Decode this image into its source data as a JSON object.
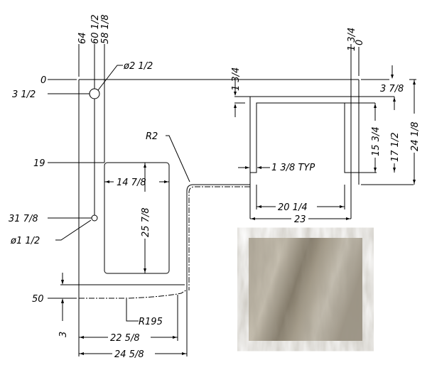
{
  "top_labels": {
    "x64": "64",
    "x60": "60 1/2",
    "x58": "58 1/8",
    "x134": "1 3/4",
    "x0": "0"
  },
  "left_labels": {
    "y0": "0",
    "y3": "3 1/2",
    "y19": "19",
    "y31": "31 7/8",
    "hole_small": "ø1 1/2",
    "y50": "50",
    "dim3": "3"
  },
  "callouts": {
    "hole_large": "ø2 1/2",
    "r2": "R2",
    "r195": "R195"
  },
  "cutout": {
    "width": "14 7/8",
    "height": "25 7/8"
  },
  "sink": {
    "top_offset": "1 3/4",
    "back": "3 7/8",
    "inner_depth": "15 3/4",
    "outer_depth": "17 1/2",
    "total": "24 1/8",
    "wall": "1 3/8 TYP",
    "inner_width": "20 1/4",
    "outer_width": "23"
  },
  "bottom_dims": {
    "d1": "22 5/8",
    "d2": "24 5/8"
  },
  "swatch": {
    "name": "stone-texture-swatch",
    "colors": [
      "#8f877a",
      "#b9b2a4",
      "#6f6757",
      "#cfc9bc"
    ]
  }
}
